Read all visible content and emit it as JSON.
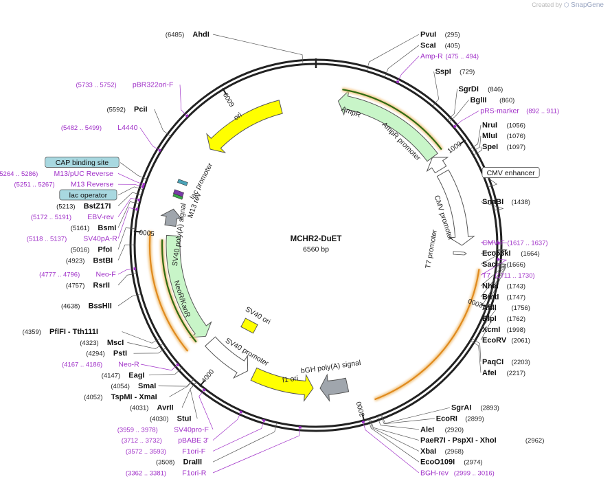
{
  "app": {
    "credit_prefix": "Created by",
    "credit_brand": "SnapGene",
    "colors": {
      "backbone": "#222222",
      "primer": "#a030c8",
      "ori": "#ffff00",
      "amp": "#c8f5c8",
      "cmv": "#ffffff",
      "orange": "#e08a1e",
      "grey": "#a0a6ad",
      "box": "#a8d8e0"
    }
  },
  "plasmid": {
    "name": "MCHR2-DuET",
    "length_label": "6560 bp",
    "length": 6560
  },
  "sites": [
    {
      "name": "AhdI",
      "pos": "(6485)",
      "bp": 6485,
      "side": "L"
    },
    {
      "name": "PvuI",
      "pos": "(295)",
      "bp": 295,
      "side": "R"
    },
    {
      "name": "ScaI",
      "pos": "(405)",
      "bp": 405,
      "side": "R"
    },
    {
      "name": "SspI",
      "pos": "(729)",
      "bp": 729,
      "side": "R"
    },
    {
      "name": "SgrDI",
      "pos": "(846)",
      "bp": 846,
      "side": "R"
    },
    {
      "name": "BglII",
      "pos": "(860)",
      "bp": 860,
      "side": "R"
    },
    {
      "name": "NruI",
      "pos": "(1056)",
      "bp": 1056,
      "side": "R"
    },
    {
      "name": "MluI",
      "pos": "(1076)",
      "bp": 1076,
      "side": "R"
    },
    {
      "name": "SpeI",
      "pos": "(1097)",
      "bp": 1097,
      "side": "R"
    },
    {
      "name": "SnaBI",
      "pos": "(1438)",
      "bp": 1438,
      "side": "R"
    },
    {
      "name": "Eco53kI",
      "pos": "(1664)",
      "bp": 1664,
      "side": "R"
    },
    {
      "name": "SacI",
      "pos": "(1666)",
      "bp": 1666,
      "side": "R"
    },
    {
      "name": "NheI",
      "pos": "(1743)",
      "bp": 1743,
      "side": "R"
    },
    {
      "name": "BmtI",
      "pos": "(1747)",
      "bp": 1747,
      "side": "R"
    },
    {
      "name": "AflII",
      "pos": "(1756)",
      "bp": 1756,
      "side": "R"
    },
    {
      "name": "BlpI",
      "pos": "(1762)",
      "bp": 1762,
      "side": "R"
    },
    {
      "name": "XcmI",
      "pos": "(1998)",
      "bp": 1998,
      "side": "R"
    },
    {
      "name": "EcoRV",
      "pos": "(2061)",
      "bp": 2061,
      "side": "R"
    },
    {
      "name": "PaqCI",
      "pos": "(2203)",
      "bp": 2203,
      "side": "R"
    },
    {
      "name": "AfeI",
      "pos": "(2217)",
      "bp": 2217,
      "side": "R"
    },
    {
      "name": "SgrAI",
      "pos": "(2893)",
      "bp": 2893,
      "side": "R"
    },
    {
      "name": "EcoRI",
      "pos": "(2899)",
      "bp": 2899,
      "side": "R"
    },
    {
      "name": "AleI",
      "pos": "(2920)",
      "bp": 2920,
      "side": "R"
    },
    {
      "name": "PaeR7I - PspXI - XhoI",
      "pos": "(2962)",
      "bp": 2962,
      "side": "R"
    },
    {
      "name": "XbaI",
      "pos": "(2968)",
      "bp": 2968,
      "side": "R"
    },
    {
      "name": "EcoO109I",
      "pos": "(2974)",
      "bp": 2974,
      "side": "R"
    },
    {
      "name": "DraIII",
      "pos": "(3508)",
      "bp": 3508,
      "side": "L"
    },
    {
      "name": "StuI",
      "pos": "(4030)",
      "bp": 4030,
      "side": "L"
    },
    {
      "name": "AvrII",
      "pos": "(4031)",
      "bp": 4031,
      "side": "L"
    },
    {
      "name": "TspMI - XmaI",
      "pos": "(4052)",
      "bp": 4052,
      "side": "L"
    },
    {
      "name": "SmaI",
      "pos": "(4054)",
      "bp": 4054,
      "side": "L"
    },
    {
      "name": "EagI",
      "pos": "(4147)",
      "bp": 4147,
      "side": "L"
    },
    {
      "name": "PstI",
      "pos": "(4294)",
      "bp": 4294,
      "side": "L"
    },
    {
      "name": "MscI",
      "pos": "(4323)",
      "bp": 4323,
      "side": "L"
    },
    {
      "name": "PflFI - Tth111I",
      "pos": "(4359)",
      "bp": 4359,
      "side": "L"
    },
    {
      "name": "BssHII",
      "pos": "(4638)",
      "bp": 4638,
      "side": "L"
    },
    {
      "name": "RsrII",
      "pos": "(4757)",
      "bp": 4757,
      "side": "L"
    },
    {
      "name": "BstBI",
      "pos": "(4923)",
      "bp": 4923,
      "side": "L"
    },
    {
      "name": "PfoI",
      "pos": "(5016)",
      "bp": 5016,
      "side": "L"
    },
    {
      "name": "BsmI",
      "pos": "(5161)",
      "bp": 5161,
      "side": "L"
    },
    {
      "name": "BstZ17I",
      "pos": "(5213)",
      "bp": 5213,
      "side": "L"
    },
    {
      "name": "PciI",
      "pos": "(5592)",
      "bp": 5592,
      "side": "L"
    }
  ],
  "primers": [
    {
      "name": "Amp-R",
      "pos": "(475 .. 494)",
      "bp": 484,
      "side": "R"
    },
    {
      "name": "pRS-marker",
      "pos": "(892 .. 911)",
      "bp": 901,
      "side": "R"
    },
    {
      "name": "CMV-F",
      "pos": "(1617 .. 1637)",
      "bp": 1627,
      "side": "R"
    },
    {
      "name": "T7",
      "pos": "(1711 .. 1730)",
      "bp": 1720,
      "side": "R"
    },
    {
      "name": "BGH-rev",
      "pos": "(2999 .. 3016)",
      "bp": 3007,
      "side": "R"
    },
    {
      "name": "F1ori-R",
      "pos": "(3362 .. 3381)",
      "bp": 3371,
      "side": "L"
    },
    {
      "name": "F1ori-F",
      "pos": "(3572 .. 3593)",
      "bp": 3582,
      "side": "L"
    },
    {
      "name": "pBABE 3'",
      "pos": "(3712 .. 3732)",
      "bp": 3722,
      "side": "L"
    },
    {
      "name": "SV40pro-F",
      "pos": "(3959 .. 3978)",
      "bp": 3968,
      "side": "L"
    },
    {
      "name": "Neo-R",
      "pos": "(4167 .. 4186)",
      "bp": 4176,
      "side": "L"
    },
    {
      "name": "Neo-F",
      "pos": "(4777 .. 4796)",
      "bp": 4786,
      "side": "L"
    },
    {
      "name": "SV40pA-R",
      "pos": "(5118 .. 5137)",
      "bp": 5127,
      "side": "L"
    },
    {
      "name": "EBV-rev",
      "pos": "(5172 .. 5191)",
      "bp": 5181,
      "side": "L"
    },
    {
      "name": "M13 Reverse",
      "pos": "(5251 .. 5267)",
      "bp": 5259,
      "side": "L"
    },
    {
      "name": "M13/pUC Reverse",
      "pos": "(5264 .. 5286)",
      "bp": 5275,
      "side": "L"
    },
    {
      "name": "L4440",
      "pos": "(5482 .. 5499)",
      "bp": 5490,
      "side": "L"
    },
    {
      "name": "pBR322ori-F",
      "pos": "(5733 .. 5752)",
      "bp": 5742,
      "side": "L"
    }
  ],
  "boxed": [
    {
      "name": "CMV enhancer",
      "bp": 1300,
      "side": "R"
    },
    {
      "name": "CAP binding site",
      "bp": 5310,
      "side": "L"
    },
    {
      "name": "lac operator",
      "bp": 5245,
      "side": "L"
    }
  ],
  "ticks": [
    {
      "label": "1000",
      "bp": 1000
    },
    {
      "label": "2000",
      "bp": 2000
    },
    {
      "label": "3000",
      "bp": 3000
    },
    {
      "label": "4000",
      "bp": 4000
    },
    {
      "label": "5000",
      "bp": 5000
    },
    {
      "label": "6000",
      "bp": 6000
    }
  ],
  "features": [
    {
      "label": "AmpR",
      "bp": 450
    },
    {
      "label": "AmpR promoter",
      "bp": 950
    },
    {
      "label": "CMV promoter",
      "bp": 1450
    },
    {
      "label": "T7 promoter",
      "bp": 1720
    },
    {
      "label": "bGH poly(A) signal",
      "bp": 3050
    },
    {
      "label": "f1 ori",
      "bp": 3450
    },
    {
      "label": "SV40 promoter",
      "bp": 3950
    },
    {
      "label": "SV40 ori",
      "bp": 3900
    },
    {
      "label": "NeoR/KanR",
      "bp": 4600
    },
    {
      "label": "SV40 poly(A) signal",
      "bp": 5050
    },
    {
      "label": "M13 rev",
      "bp": 5230
    },
    {
      "label": "lac promoter",
      "bp": 5330
    },
    {
      "label": "ori",
      "bp": 5800
    }
  ]
}
